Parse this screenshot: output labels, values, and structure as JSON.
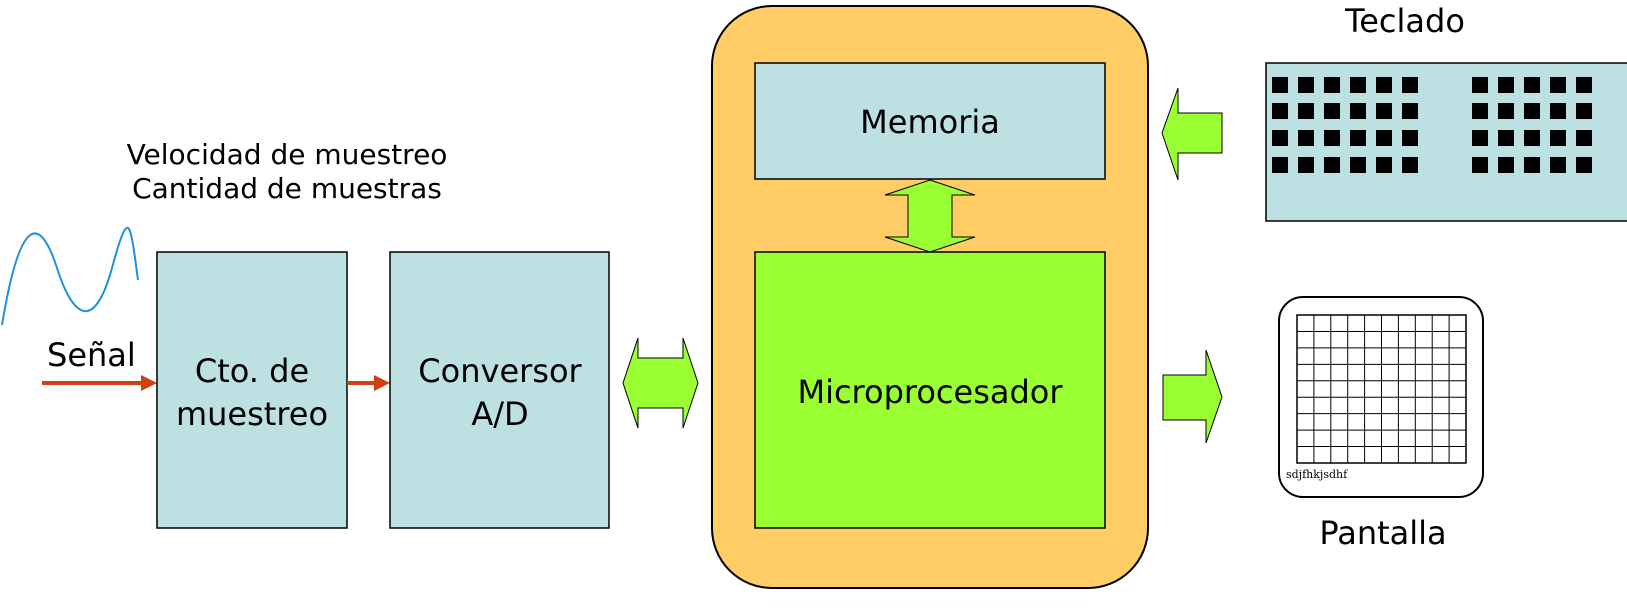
{
  "labels": {
    "params_line1": "Velocidad de muestreo",
    "params_line2": "Cantidad de muestras",
    "signal": "Señal",
    "sampler_line1": "Cto. de",
    "sampler_line2": "muestreo",
    "adc_line1": "Conversor",
    "adc_line2": "A/D",
    "memory": "Memoria",
    "cpu": "Microprocesador",
    "keyboard": "Teclado",
    "screen": "Pantalla",
    "screen_text": "sdjfhkjsdhf"
  },
  "colors": {
    "block_fill": "#bde0e2",
    "cpu_fill": "#99ff33",
    "enclosure_fill": "#ffcc66",
    "arrow_fill": "#99ff33",
    "signal_arrow": "#d04010",
    "signal_text": "#d04010",
    "wave_stroke": "#1e90e0"
  },
  "icons": {
    "wave": "sine-wave-icon",
    "keyboard": "keyboard-icon",
    "screen": "monitor-icon"
  }
}
